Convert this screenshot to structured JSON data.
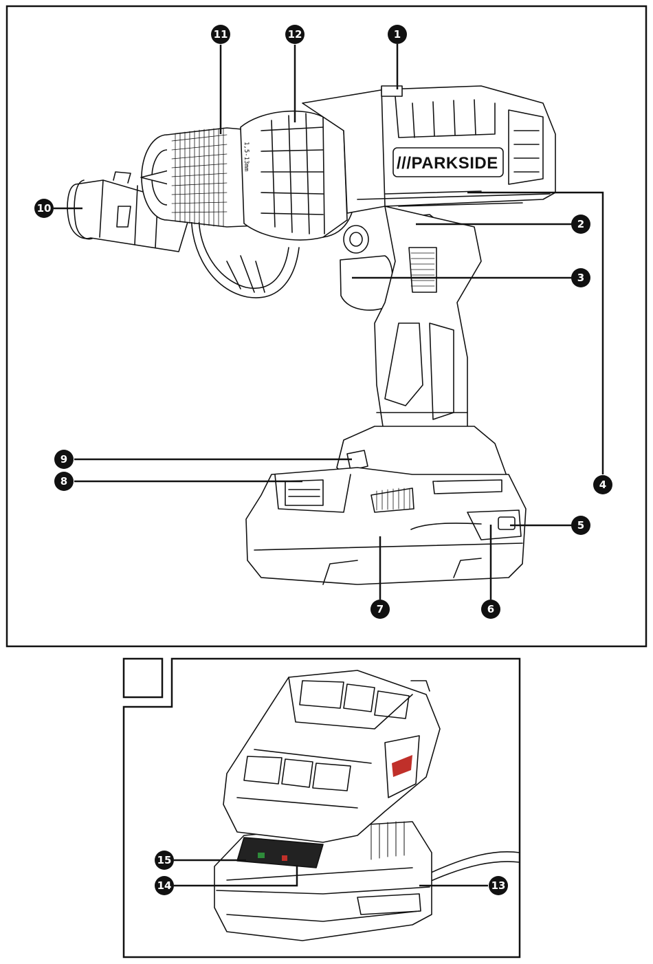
{
  "brand": "///PARKSIDE",
  "chuck_marking": "1,5-13mm",
  "figure_a": {
    "callouts": [
      "1",
      "2",
      "3",
      "4",
      "5",
      "6",
      "7",
      "8",
      "9",
      "10",
      "11",
      "12"
    ],
    "labels": {
      "drill_body": "",
      "battery": ""
    }
  },
  "figure_b": {
    "panel_label": "",
    "callouts": [
      "13",
      "14",
      "15"
    ]
  },
  "colors": {
    "line": "#111111",
    "callout_fill": "#111111",
    "callout_text": "#ffffff",
    "led_green": "#2e8b3a",
    "led_red": "#c0302a",
    "battery_red": "#c0302a"
  }
}
